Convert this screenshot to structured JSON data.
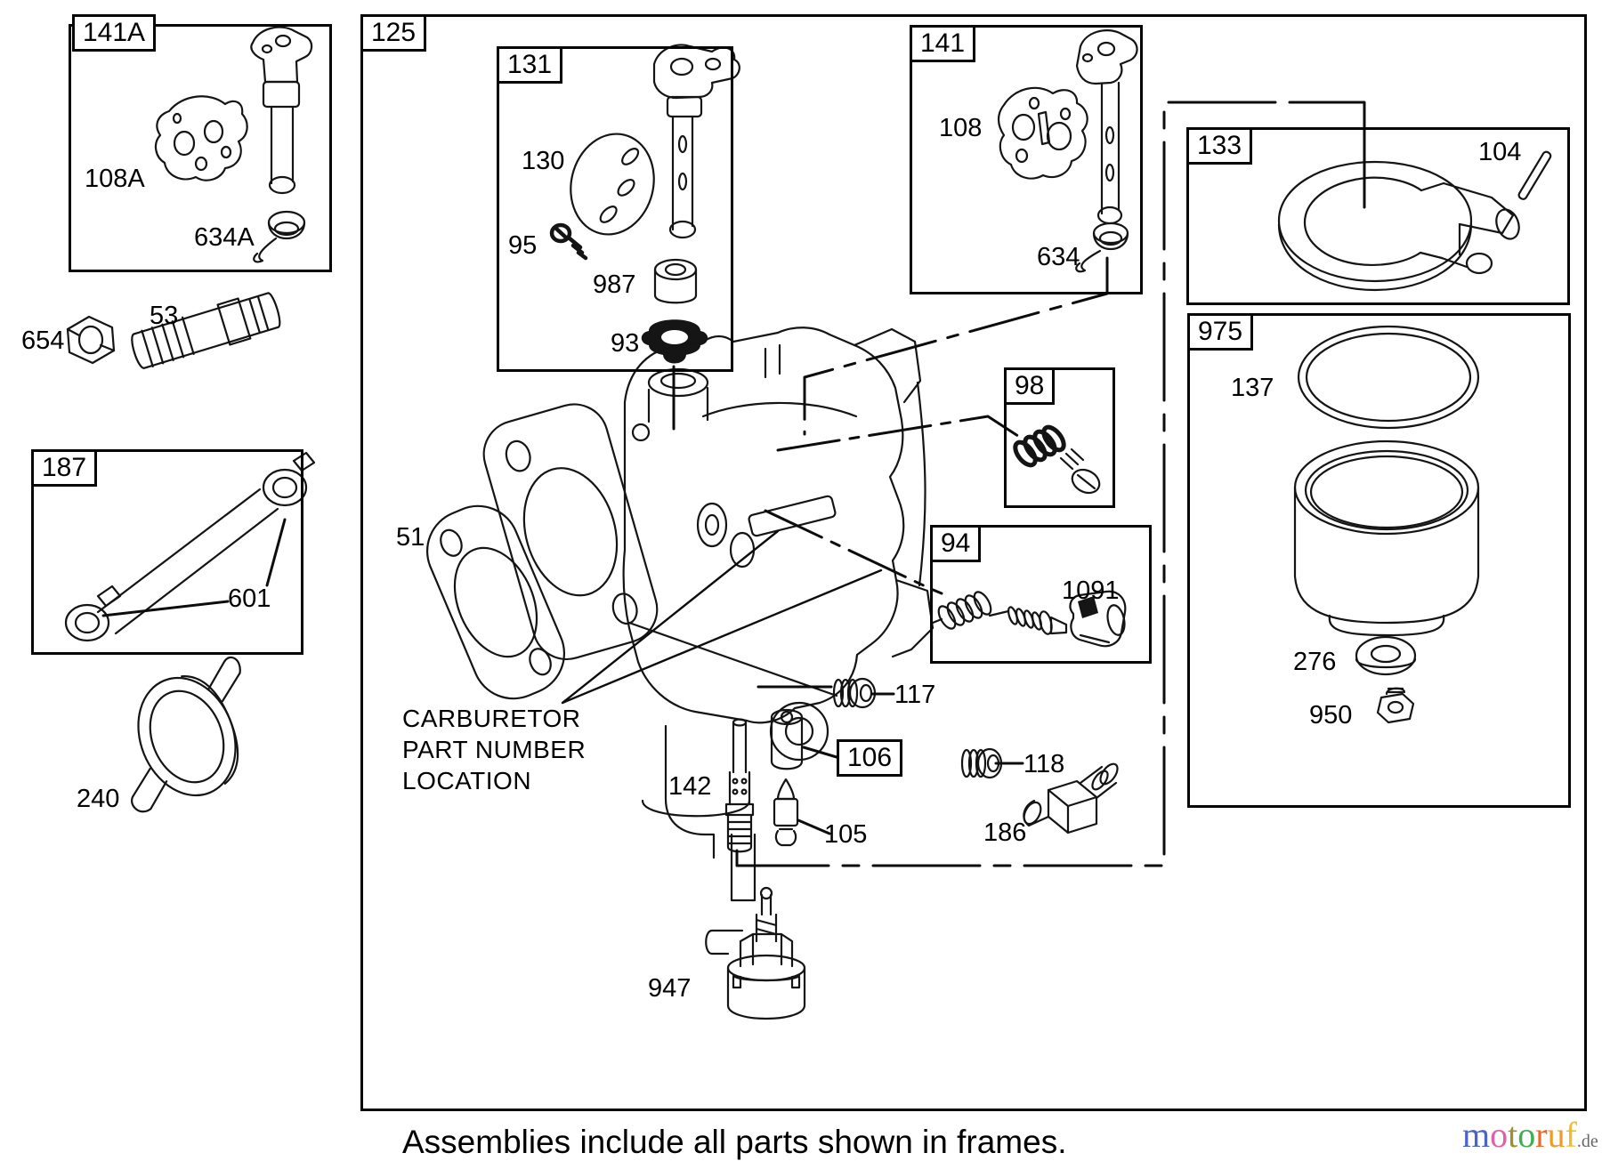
{
  "frames": {
    "f141A": "141A",
    "f187": "187",
    "f125": "125",
    "f131": "131",
    "f141": "141",
    "f98": "98",
    "f94": "94",
    "f133": "133",
    "f975": "975",
    "f106": "106"
  },
  "labels": {
    "p108A": "108A",
    "p634A": "634A",
    "p654": "654",
    "p53": "53",
    "p601": "601",
    "p240": "240",
    "p130": "130",
    "p95": "95",
    "p987": "987",
    "p93": "93",
    "p108": "108",
    "p634": "634",
    "p1091": "1091",
    "p51": "51",
    "p104": "104",
    "p137": "137",
    "p276": "276",
    "p950": "950",
    "p117": "117",
    "p142": "142",
    "p105": "105",
    "p118": "118",
    "p186": "186",
    "p947": "947"
  },
  "note": {
    "line1": "CARBURETOR",
    "line2": "PART NUMBER",
    "line3": "LOCATION"
  },
  "caption": "Assemblies include all parts shown in frames.",
  "logo": {
    "letters": [
      {
        "ch": "m",
        "color": "#4a63c8"
      },
      {
        "ch": "o",
        "color": "#e060a8"
      },
      {
        "ch": "t",
        "color": "#97912f"
      },
      {
        "ch": "o",
        "color": "#3fae53"
      },
      {
        "ch": "r",
        "color": "#ea6a28"
      },
      {
        "ch": "u",
        "color": "#f09a28"
      },
      {
        "ch": "f",
        "color": "#f0bc28"
      }
    ],
    "suffix": ".de",
    "line_color": "#111111"
  }
}
